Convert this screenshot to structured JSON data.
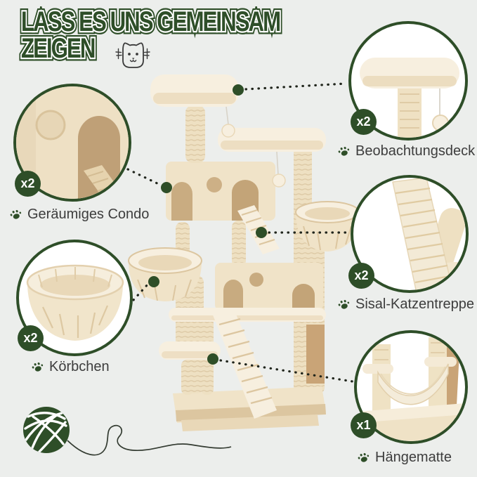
{
  "title": {
    "line1": "LASS ES UNS GEMEINSAM",
    "line2": "ZEIGEN"
  },
  "callouts": [
    {
      "count": "x2",
      "label": "Beobachtungsdeck"
    },
    {
      "count": "x2",
      "label": "Geräumiges Condo"
    },
    {
      "count": "x2",
      "label": "Körbchen"
    },
    {
      "count": "x2",
      "label": "Sisal-Katzentreppe"
    },
    {
      "count": "x1",
      "label": "Hängematte"
    }
  ],
  "colors": {
    "accent_green": "#2e4e28",
    "label_text": "#3d3d3d",
    "background": "#eceeec",
    "plush_beige": "#f0e3c8"
  },
  "icons": {
    "cat_face": "cat-face-outline-icon",
    "paw": "paw-print-icon",
    "yarn_ball": "yarn-ball-icon"
  }
}
